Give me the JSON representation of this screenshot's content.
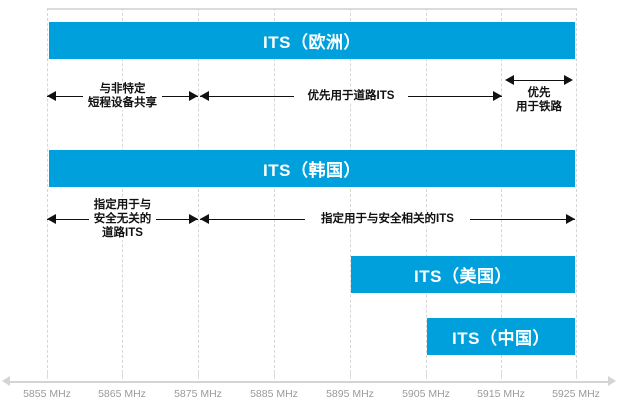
{
  "title": "ITS spectrum allocation 5855-5925 MHz",
  "colors": {
    "band": "#00a0dc",
    "grid": "#d6d6d6",
    "axis": "#d4d4d4",
    "tick_text": "#9a9a9a",
    "annotation_text": "#111111",
    "band_text": "#ffffff",
    "background": "#ffffff"
  },
  "chart_data": {
    "type": "bar",
    "title": "",
    "xlabel": "",
    "ylabel": "",
    "xlim": [
      5851,
      5929
    ],
    "grid": true,
    "legend": "none",
    "unit": "MHz",
    "tick_values": [
      5855,
      5865,
      5875,
      5885,
      5895,
      5905,
      5915,
      5925
    ],
    "tick_labels": [
      "5855 MHz",
      "5865 MHz",
      "5875 MHz",
      "5885 MHz",
      "5895 MHz",
      "5905 MHz",
      "5915 MHz",
      "5925 MHz"
    ],
    "bands": [
      {
        "label": "ITS（欧洲）",
        "start": 5855,
        "end": 5925
      },
      {
        "label": "ITS（韩国）",
        "start": 5855,
        "end": 5925
      },
      {
        "label": "ITS（美国）",
        "start": 5895,
        "end": 5925
      },
      {
        "label": "ITS（中国）",
        "start": 5905,
        "end": 5925
      }
    ],
    "annotation_rows": [
      {
        "row": "europe",
        "segments": [
          {
            "label": "与非特定\n短程设备共享",
            "start": 5855,
            "end": 5875,
            "arrows": "both",
            "label_position": "inline"
          },
          {
            "label": "优先用于道路ITS",
            "start": 5875,
            "end": 5915,
            "arrows": "both",
            "label_position": "inline"
          },
          {
            "label": "优先\n用于铁路",
            "start": 5915,
            "end": 5925,
            "arrows": "both",
            "label_position": "below"
          }
        ]
      },
      {
        "row": "korea",
        "segments": [
          {
            "label": "指定用于与\n安全无关的\n道路ITS",
            "start": 5855,
            "end": 5875,
            "arrows": "both",
            "label_position": "inline"
          },
          {
            "label": "指定用于与安全相关的ITS",
            "start": 5875,
            "end": 5925,
            "arrows": "both",
            "label_position": "inline"
          }
        ]
      }
    ]
  },
  "bands": {
    "europe": "ITS（欧洲）",
    "korea": "ITS（韩国）",
    "usa": "ITS（美国）",
    "china": "ITS（中国）"
  },
  "annotations": {
    "eu_shared_l1": "与非特定",
    "eu_shared_l2": "短程设备共享",
    "eu_road": "优先用于道路ITS",
    "eu_rail_l1": "优先",
    "eu_rail_l2": "用于铁路",
    "kr_nonsafety_l1": "指定用于与",
    "kr_nonsafety_l2": "安全无关的",
    "kr_nonsafety_l3": "道路ITS",
    "kr_safety": "指定用于与安全相关的ITS"
  },
  "axis": {
    "ticks": [
      {
        "label": "5855 MHz"
      },
      {
        "label": "5865 MHz"
      },
      {
        "label": "5875 MHz"
      },
      {
        "label": "5885 MHz"
      },
      {
        "label": "5895 MHz"
      },
      {
        "label": "5905 MHz"
      },
      {
        "label": "5915 MHz"
      },
      {
        "label": "5925 MHz"
      }
    ]
  }
}
